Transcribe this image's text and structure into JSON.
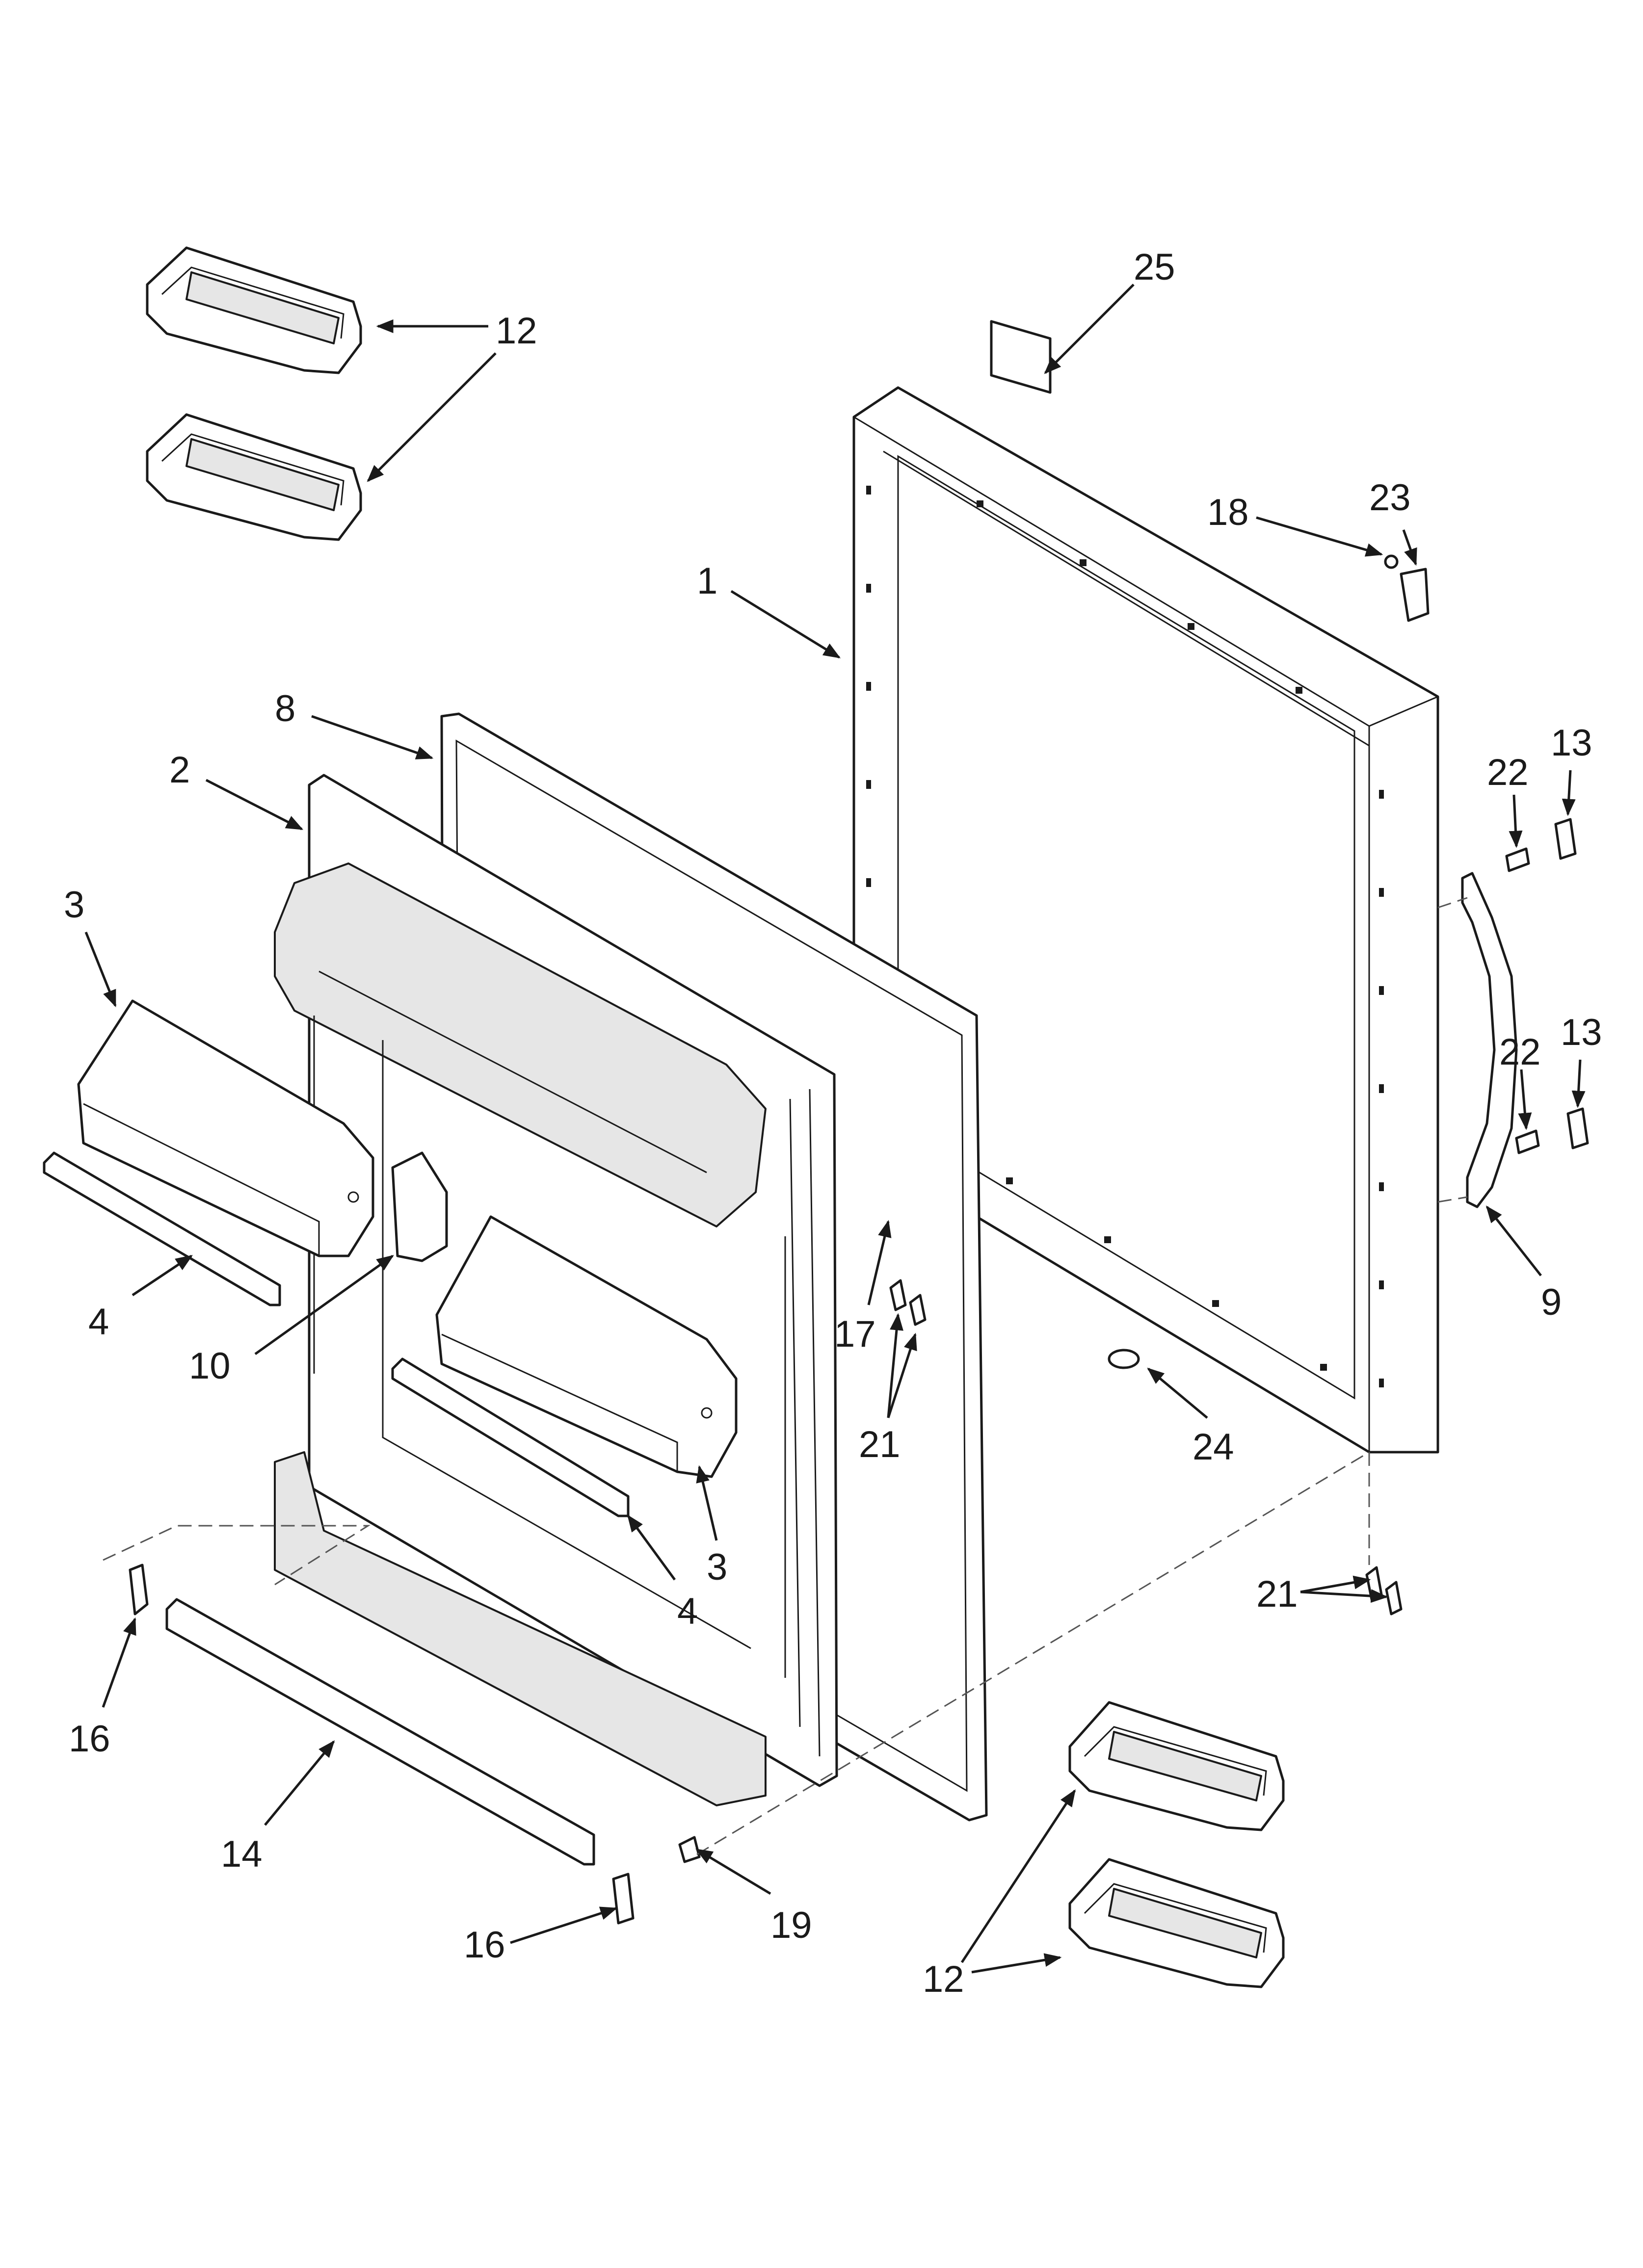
{
  "diagram": {
    "type": "exploded-parts-view",
    "callouts": [
      {
        "id": "c25a",
        "label": "25"
      },
      {
        "id": "c12a",
        "label": "12"
      },
      {
        "id": "c1",
        "label": "1"
      },
      {
        "id": "c18",
        "label": "18"
      },
      {
        "id": "c23",
        "label": "23"
      },
      {
        "id": "c8",
        "label": "8"
      },
      {
        "id": "c2",
        "label": "2"
      },
      {
        "id": "c22a",
        "label": "22"
      },
      {
        "id": "c13a",
        "label": "13"
      },
      {
        "id": "c3a",
        "label": "3"
      },
      {
        "id": "c22b",
        "label": "22"
      },
      {
        "id": "c13b",
        "label": "13"
      },
      {
        "id": "c4a",
        "label": "4"
      },
      {
        "id": "c10",
        "label": "10"
      },
      {
        "id": "c17",
        "label": "17"
      },
      {
        "id": "c9",
        "label": "9"
      },
      {
        "id": "c21a",
        "label": "21"
      },
      {
        "id": "c24",
        "label": "24"
      },
      {
        "id": "c3b",
        "label": "3"
      },
      {
        "id": "c4b",
        "label": "4"
      },
      {
        "id": "c21b",
        "label": "21"
      },
      {
        "id": "c16a",
        "label": "16"
      },
      {
        "id": "c14",
        "label": "14"
      },
      {
        "id": "c16b",
        "label": "16"
      },
      {
        "id": "c19",
        "label": "19"
      },
      {
        "id": "c12b",
        "label": "12"
      }
    ]
  }
}
